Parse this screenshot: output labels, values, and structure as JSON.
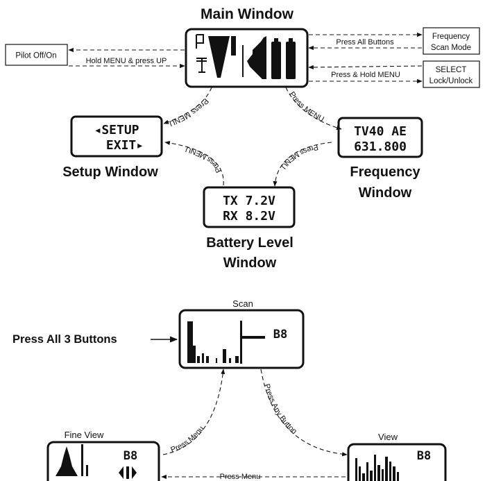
{
  "main_window": {
    "title": "Main Window"
  },
  "setup_window": {
    "title": "Setup Window",
    "line1": "◂SETUP",
    "line2": "EXIT▸"
  },
  "frequency_window": {
    "title_line1": "Frequency",
    "title_line2": "Window",
    "line1": "TV40  AE",
    "line2": "631.800"
  },
  "battery_window": {
    "title_line1": "Battery Level",
    "title_line2": "Window",
    "line1": "TX  7.2V",
    "line2": "RX  8.2V"
  },
  "side_boxes": {
    "pilot": "Pilot  Off/On",
    "frequency_scan_line1": "Frequency",
    "frequency_scan_line2": "Scan Mode",
    "select_line1": "SELECT",
    "select_line2": "Lock/Unlock"
  },
  "arrow_labels": {
    "hold_menu_up": "Hold MENU & press UP",
    "press_all_buttons": "Press All Buttons",
    "press_hold_menu": "Press & Hold MENU",
    "press_menu": "Press MENU"
  },
  "scan_section": {
    "scan_title": "Scan",
    "scan_code": "B8",
    "press_all_3": "Press All 3  Buttons",
    "press_menu": "Press Menu",
    "press_any_button": "Press Any Button",
    "fine_view_title": "Fine View",
    "fine_view_code": "B8",
    "view_title": "View",
    "view_code": "B8",
    "bottom_press_menu": "Press Menu"
  }
}
